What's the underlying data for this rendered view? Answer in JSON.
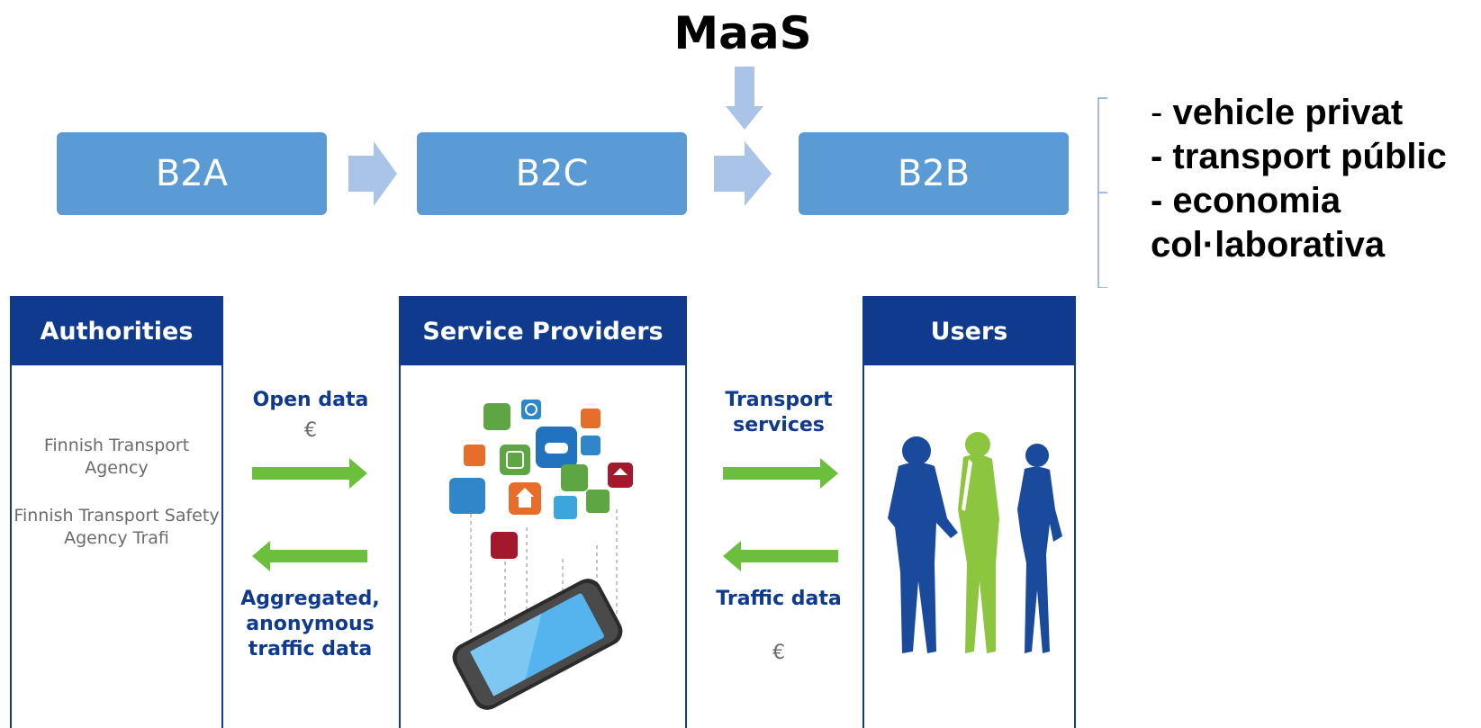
{
  "title": "MaaS",
  "flow": {
    "boxes": [
      "B2A",
      "B2C",
      "B2B"
    ]
  },
  "features": {
    "items": [
      "vehicle privat",
      "- transport públic",
      "- economia",
      "col·laborativa"
    ],
    "first_dash": "-"
  },
  "panels": {
    "authorities": {
      "title": "Authorities",
      "agencies": [
        "Finnish Transport Agency",
        "Finnish Transport Safety Agency Trafi"
      ]
    },
    "service_providers": {
      "title": "Service Providers"
    },
    "users": {
      "title": "Users"
    }
  },
  "flows": {
    "open_data": "Open data",
    "aggregated": "Aggregated, anonymous traffic data",
    "transport_services": "Transport services",
    "traffic_data": "Traffic data",
    "currency": "€"
  },
  "colors": {
    "box_blue": "#5b9bd5",
    "arrow_light_blue": "#a9c4e6",
    "panel_navy": "#0f3a8e",
    "arrow_green": "#6cbf3c",
    "user_green": "#8cc63f"
  }
}
